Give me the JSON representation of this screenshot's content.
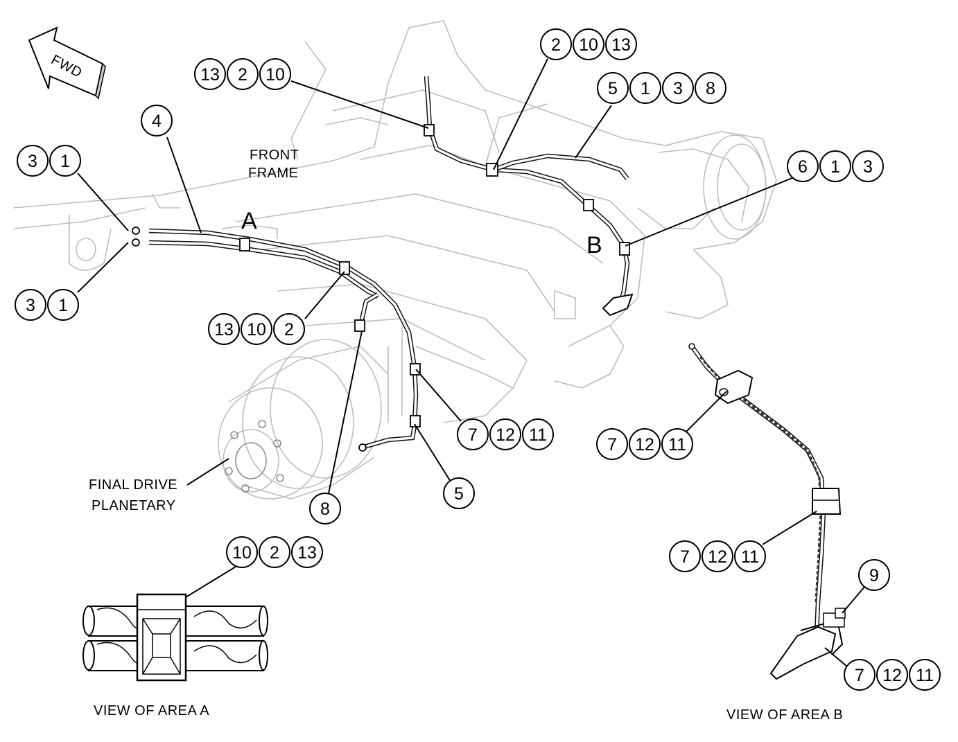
{
  "fwd_arrow": {
    "label": "FWD"
  },
  "labels": {
    "front_frame_line1": "FRONT",
    "front_frame_line2": "FRAME",
    "area_a": "A",
    "area_b": "B",
    "final_drive_line1": "FINAL DRIVE",
    "final_drive_line2": "PLANETARY",
    "view_area_a": "VIEW OF AREA A",
    "view_area_b": "VIEW OF AREA B"
  },
  "callouts": {
    "c01": [
      "13",
      "2",
      "10"
    ],
    "c02": [
      "2",
      "10",
      "13"
    ],
    "c03": [
      "5",
      "1",
      "3",
      "8"
    ],
    "c04": [
      "4"
    ],
    "c05": [
      "3",
      "1"
    ],
    "c06": [
      "3",
      "1"
    ],
    "c07": [
      "6",
      "1",
      "3"
    ],
    "c08": [
      "13",
      "10",
      "2"
    ],
    "c09": [
      "7",
      "12",
      "11"
    ],
    "c10": [
      "5"
    ],
    "c11": [
      "8"
    ],
    "c12": [
      "10",
      "2",
      "13"
    ],
    "c13": [
      "7",
      "12",
      "11"
    ],
    "c14": [
      "7",
      "12",
      "11"
    ],
    "c15": [
      "9"
    ],
    "c16": [
      "7",
      "12",
      "11"
    ]
  }
}
